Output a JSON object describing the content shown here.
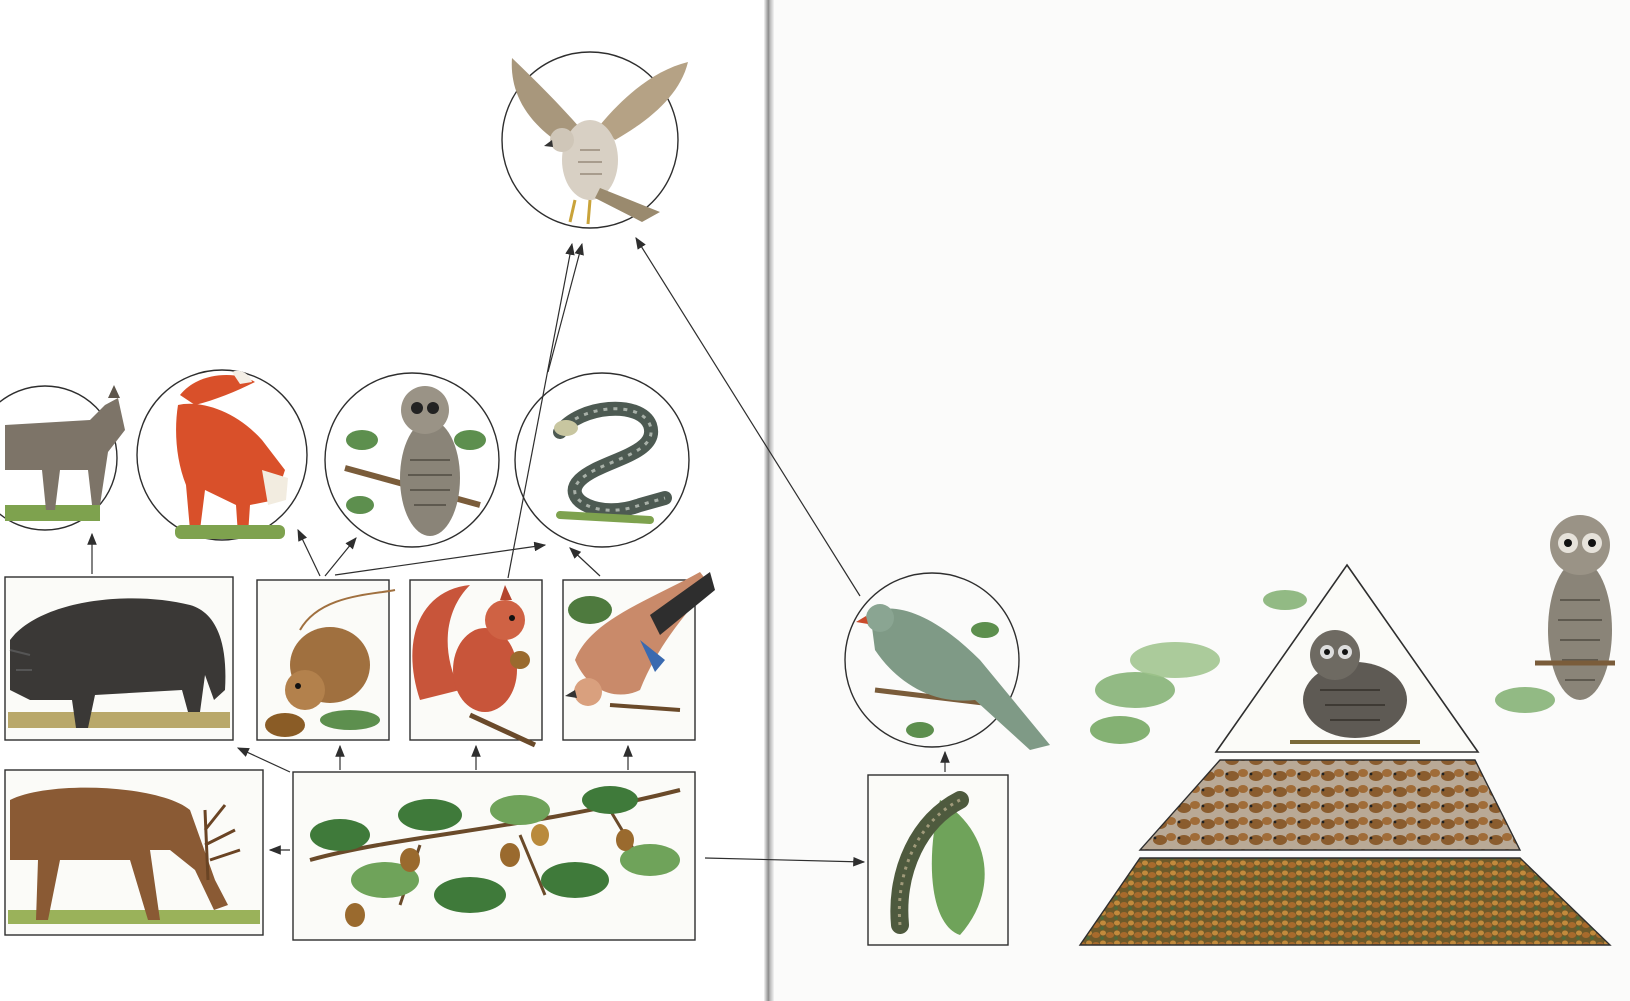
{
  "diagram": {
    "type": "food-web-and-ecological-pyramid",
    "colors": {
      "line": "#2e2e2e",
      "oak_leaf": "#3f7a3a",
      "oak_leaf_light": "#6fa35a",
      "acorn": "#9a6a2e",
      "fox": "#d9502a",
      "squirrel": "#c8553a",
      "boar": "#3a3836",
      "deer": "#8a5a34",
      "wolf": "#7d7468",
      "owl": "#8a8478",
      "snake": "#4d5a52",
      "hawk": "#b8a88f",
      "cuckoo": "#7f9a86",
      "caterpillar": "#4e5a3e",
      "mouse": "#a0703f",
      "jay": "#c98a6a",
      "grass": "#7ea24e"
    },
    "nodes": [
      {
        "id": "oak",
        "icon": "oak-branch-with-acorns-icon",
        "frame": "rectangle",
        "role": "producer"
      },
      {
        "id": "deer",
        "icon": "red-deer-icon",
        "frame": "rectangle",
        "role": "herbivore"
      },
      {
        "id": "boar",
        "icon": "wild-boar-icon",
        "frame": "rectangle",
        "role": "herbivore"
      },
      {
        "id": "mouse",
        "icon": "wood-mouse-icon",
        "frame": "rectangle",
        "role": "herbivore"
      },
      {
        "id": "squirrel",
        "icon": "red-squirrel-icon",
        "frame": "rectangle",
        "role": "herbivore"
      },
      {
        "id": "jay",
        "icon": "jay-bird-icon",
        "frame": "rectangle",
        "role": "herbivore"
      },
      {
        "id": "caterpillar",
        "icon": "caterpillar-icon",
        "frame": "rectangle",
        "role": "herbivore"
      },
      {
        "id": "wolf",
        "icon": "wolf-icon",
        "frame": "circle",
        "role": "predator"
      },
      {
        "id": "fox",
        "icon": "red-fox-icon",
        "frame": "circle",
        "role": "predator"
      },
      {
        "id": "owl",
        "icon": "tawny-owl-icon",
        "frame": "circle",
        "role": "predator"
      },
      {
        "id": "snake",
        "icon": "viper-snake-icon",
        "frame": "circle",
        "role": "predator"
      },
      {
        "id": "cuckoo",
        "icon": "cuckoo-bird-icon",
        "frame": "circle",
        "role": "predator"
      },
      {
        "id": "hawk",
        "icon": "goshawk-icon",
        "frame": "circle",
        "role": "top-predator"
      }
    ],
    "edges": [
      [
        "oak",
        "deer"
      ],
      [
        "oak",
        "boar"
      ],
      [
        "oak",
        "mouse"
      ],
      [
        "oak",
        "squirrel"
      ],
      [
        "oak",
        "jay"
      ],
      [
        "oak",
        "caterpillar"
      ],
      [
        "boar",
        "wolf"
      ],
      [
        "mouse",
        "fox"
      ],
      [
        "mouse",
        "owl"
      ],
      [
        "mouse",
        "snake"
      ],
      [
        "squirrel",
        "hawk"
      ],
      [
        "snake",
        "hawk"
      ],
      [
        "jay",
        "snake"
      ],
      [
        "caterpillar",
        "cuckoo"
      ],
      [
        "cuckoo",
        "hawk"
      ]
    ],
    "pyramid": {
      "levels": [
        {
          "name": "owl",
          "icon": "owl-icon"
        },
        {
          "name": "mice",
          "icon": "mice-icon"
        },
        {
          "name": "acorns",
          "icon": "acorns-icon"
        }
      ]
    }
  }
}
